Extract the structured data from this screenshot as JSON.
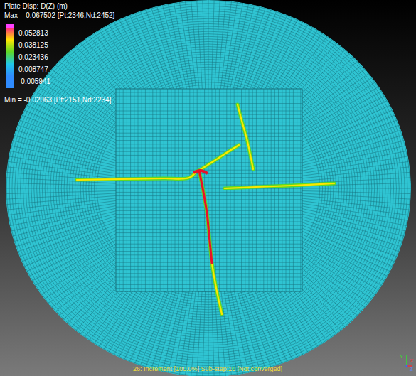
{
  "diagram": {
    "title": "Plate Disp: D(Z) (m)",
    "labels": [
      "Max = 0.067502 [Pt:2346,Nd:2452]",
      "Min = -0.02063 [Pt:2151,Nd:2234]",
      "26: Increment [100.0%] Sub-step:10 [Not converged]",
      "Y",
      "X",
      "Z"
    ],
    "legend": [
      {
        "text": "0.052813",
        "color": "#ff2a7a"
      },
      {
        "text": "0.038125",
        "color": "#ffe600"
      },
      {
        "text": "0.023436",
        "color": "#5ed826"
      },
      {
        "text": "0.008747",
        "color": "#20c8e8"
      },
      {
        "text": "-0.005941",
        "color": "#2f8cff"
      }
    ]
  }
}
